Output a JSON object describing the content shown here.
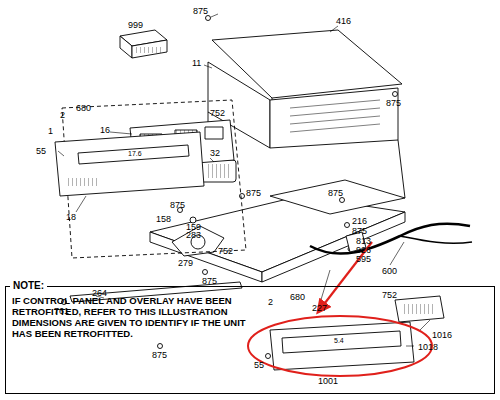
{
  "diagram": {
    "nodes": [
      {
        "text": [
          "NOTE:",
          "IF CONTROL PANEL AND OVERLAY HAVE BEEN RETROFITTED, REFER TO THIS ILLUSTRATION DIMENSIONS ARE GIVEN TO IDENTIFY IF THE UNIT HAS BEEN RETROFITTED."
        ]
      }
    ],
    "labels": [
      "875",
      "416",
      "999",
      "11",
      "875",
      "2",
      "680",
      "752",
      "16",
      "1",
      "55",
      "18",
      "17.6",
      "32",
      "875",
      "875",
      "158",
      "159",
      "283",
      "752",
      "279",
      "875",
      "216",
      "875",
      "813",
      "926",
      "595",
      "600",
      "264",
      "227",
      "761",
      "875",
      "875",
      "2",
      "680",
      "752",
      "1016",
      "55",
      "1018",
      "1001",
      "5.4"
    ]
  }
}
